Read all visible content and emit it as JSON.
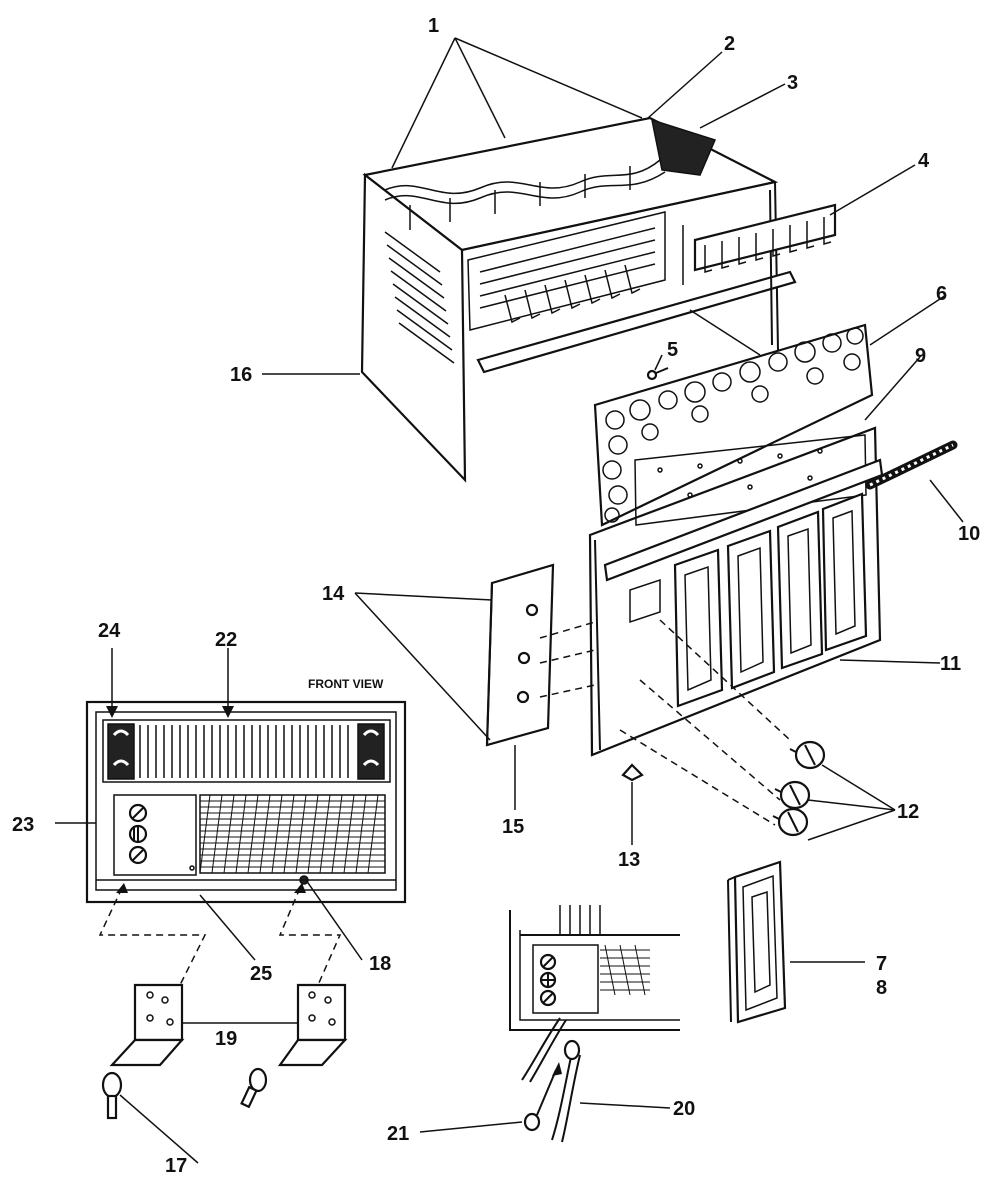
{
  "caption": "FRONT VIEW",
  "labels": {
    "l1": "1",
    "l2": "2",
    "l3": "3",
    "l4": "4",
    "l5": "5",
    "l6": "6",
    "l7": "7",
    "l8": "8",
    "l9": "9",
    "l10": "10",
    "l11": "11",
    "l12": "12",
    "l13": "13",
    "l14": "14",
    "l15": "15",
    "l16": "16",
    "l17": "17",
    "l18": "18",
    "l19": "19",
    "l20": "20",
    "l21": "21",
    "l22": "22",
    "l23": "23",
    "l24": "24",
    "l25": "25"
  }
}
